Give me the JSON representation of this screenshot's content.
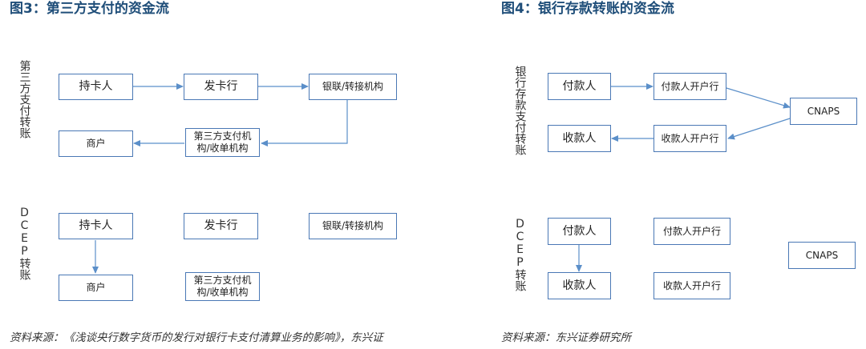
{
  "fig3": {
    "title": "图3：第三方支付的资金流",
    "section_third_party": "第三方支付转账",
    "section_dcep": "DCEP转账",
    "boxes": {
      "cardholder": "持卡人",
      "issuer": "发卡行",
      "unionpay": "银联/转接机构",
      "merchant": "商户",
      "third_party": "第三方支付机构/收单机构"
    },
    "source": "资料来源：《浅谈央行数字货币的发行对银行卡支付清算业务的影响》，东兴证"
  },
  "fig4": {
    "title": "图4：银行存款转账的资金流",
    "section_bank": "银行存款支付转账",
    "section_dcep": "DCEP转账",
    "boxes": {
      "payer": "付款人",
      "payer_bank": "付款人开户行",
      "cnaps": "CNAPS",
      "payee": "收款人",
      "payee_bank": "收款人开户行"
    },
    "source": "资料来源：东兴证券研究所"
  },
  "colors": {
    "title": "#1f4e79",
    "box_border": "#4a78b5",
    "arrow": "#5b8fc9"
  }
}
